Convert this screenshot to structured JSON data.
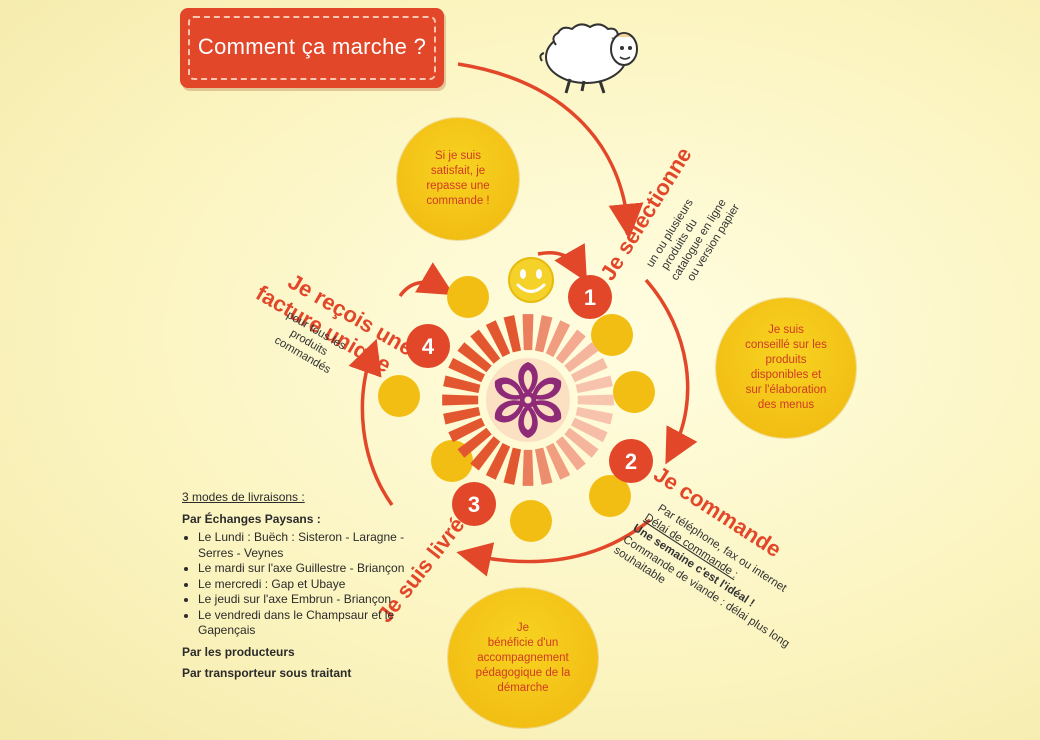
{
  "title": "Comment ça marche ?",
  "bubbles": {
    "top": "Si je suis\nsatisfait, je\nrepasse une\ncommande !",
    "right": "Je suis\nconseillé sur les\nproduits\ndisponibles et\nsur l'élaboration\ndes menus",
    "bottom": "Je\nbénéficie d'un\naccompagnement\npédagogique de la\ndémarche"
  },
  "steps": [
    {
      "number": "1",
      "title": "Je sélectionne",
      "detail_lines": [
        "un ou plusieurs",
        "produits du",
        "catalogue en ligne",
        "ou version papier"
      ]
    },
    {
      "number": "2",
      "title": "Je commande",
      "detail_lines": [
        "Par téléphone, fax ou internet",
        "Délai de commande :",
        "Une semaine c'est l'idéal !",
        "Commande de viande : délai plus long",
        "souhaitable"
      ]
    },
    {
      "number": "3",
      "title": "Je suis livré",
      "detail_lines": []
    },
    {
      "number": "4",
      "title_lines": [
        "Je reçois une",
        "facture unique"
      ],
      "detail_lines": [
        "pour tous les",
        "produits",
        "commandés"
      ]
    }
  ],
  "delivery": {
    "heading": "3 modes de livraisons :",
    "mode1_title": "Par Échanges Paysans :",
    "mode1_items": [
      "Le Lundi : Buëch : Sisteron - Laragne - Serres - Veynes",
      "Le mardi sur l'axe Guillestre - Briançon",
      "Le mercredi : Gap et Ubaye",
      "Le jeudi sur l'axe Embrun - Briançon",
      "Le vendredi dans le Champsaur et le Gapençais"
    ],
    "mode2_title": "Par les producteurs",
    "mode3_title": "Par transporteur sous traitant"
  },
  "colors": {
    "accent_red": "#e2472a",
    "circle_yellow": "#f2be14",
    "flower_purple": "#8e2a78",
    "background": "#fbf4bf"
  },
  "icons": [
    "sheep-icon",
    "smiley-icon",
    "flower-icon"
  ]
}
